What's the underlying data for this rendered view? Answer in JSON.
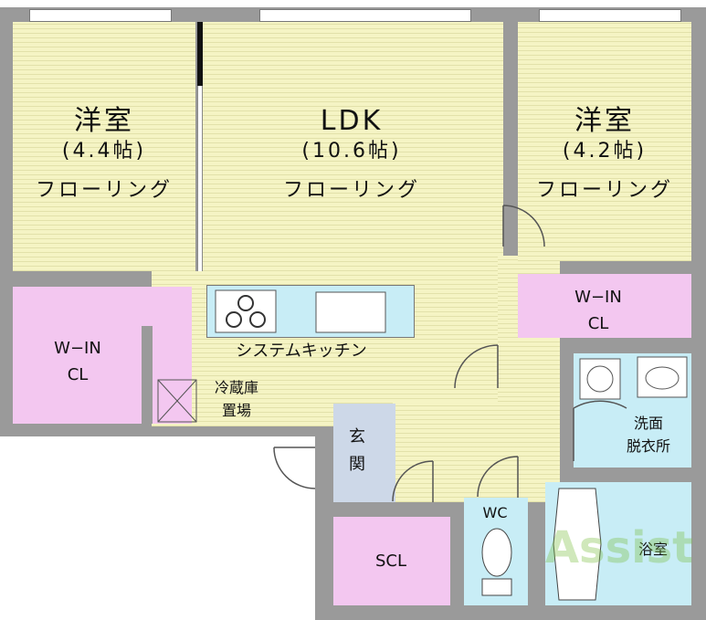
{
  "rooms": {
    "western_left": {
      "name": "洋室",
      "size": "(4.4帖)",
      "floor": "フローリング"
    },
    "ldk": {
      "name": "LDK",
      "size": "(10.6帖)",
      "floor": "フローリング"
    },
    "western_right": {
      "name": "洋室",
      "size": "(4.2帖)",
      "floor": "フローリング"
    },
    "walkin_left": {
      "line1": "W−IN",
      "line2": "CL"
    },
    "walkin_right": {
      "line1": "W−IN",
      "line2": "CL"
    },
    "kitchen": "システムキッチン",
    "fridge_line1": "冷蔵庫",
    "fridge_line2": "置場",
    "entrance_line1": "玄",
    "entrance_line2": "関",
    "washroom_line1": "洗面",
    "washroom_line2": "脱衣所",
    "toilet": "WC",
    "shoes_closet": "SCL",
    "bathroom": "浴室"
  },
  "watermark": "Assist",
  "colors": {
    "floor": "#f5f4c4",
    "closet": "#f3c7f0",
    "wet_area": "#c8edf6",
    "wall": "#9a9a9a"
  }
}
